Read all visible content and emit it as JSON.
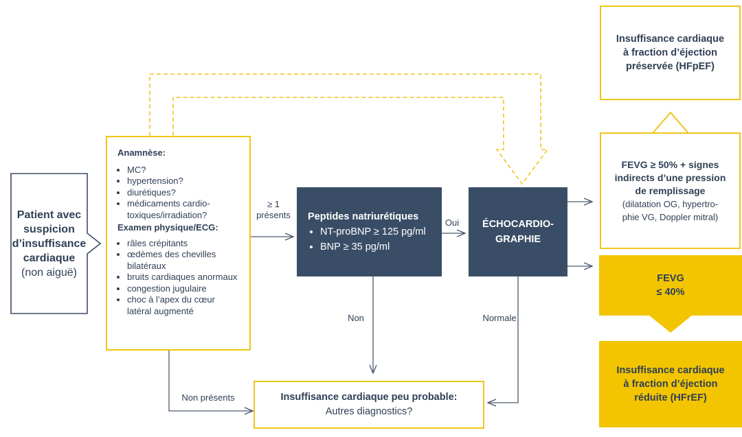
{
  "colors": {
    "yellow": "#f0c419",
    "yellow_fill": "#f2c500",
    "navy": "#3a4d66",
    "text": "#2f3f55",
    "line": "#4a5a70"
  },
  "patient": {
    "title_lines": [
      "Patient avec",
      "suspicion",
      "d’insuffisance",
      "cardiaque"
    ],
    "subtitle": "(non aiguë)"
  },
  "assessment": {
    "anamnese_title": "Anamnèse:",
    "anamnese_items": [
      "MC?",
      "hypertension?",
      "diurétiques?",
      "médicaments cardio-toxiques/irradiation?"
    ],
    "exam_title": "Examen physique/ECG:",
    "exam_items": [
      "râles crépitants",
      "œdèmes des chevilles bilatéraux",
      "bruits cardiaques anormaux",
      "congestion jugulaire",
      "choc à l’apex du cœur latéral augmenté"
    ]
  },
  "peptides": {
    "title": "Peptides natriurétiques",
    "items": [
      "NT-proBNP ≥ 125 pg/ml",
      "BNP ≥ 35 pg/ml"
    ]
  },
  "echo": {
    "lines": [
      "ÉCHOCARDIO-",
      "GRAPHIE"
    ]
  },
  "hfpef_box": {
    "lines": [
      "Insuffisance cardiaque",
      "à fraction d’éjection",
      "préservée (HFpEF)"
    ]
  },
  "fevg50": {
    "bold_lines": [
      "FEVG ≥ 50% + signes",
      "indirects d’une pression",
      "de remplissage"
    ],
    "normal_lines": [
      "(dilatation OG, hypertro-",
      "phie VG, Doppler mitral)"
    ]
  },
  "fevg40": {
    "lines": [
      "FEVG",
      "≤ 40%"
    ]
  },
  "hfref_box": {
    "lines": [
      "Insuffisance cardiaque",
      "à fraction d’éjection",
      "réduite (HFrEF)"
    ]
  },
  "unlikely": {
    "title": "Insuffisance cardiaque peu probable:",
    "subtitle": "Autres diagnostics?"
  },
  "edge_labels": {
    "present_line1": "≥ 1",
    "present_line2": "présents",
    "oui": "Oui",
    "non": "Non",
    "normale": "Normale",
    "non_presents": "Non présents"
  }
}
